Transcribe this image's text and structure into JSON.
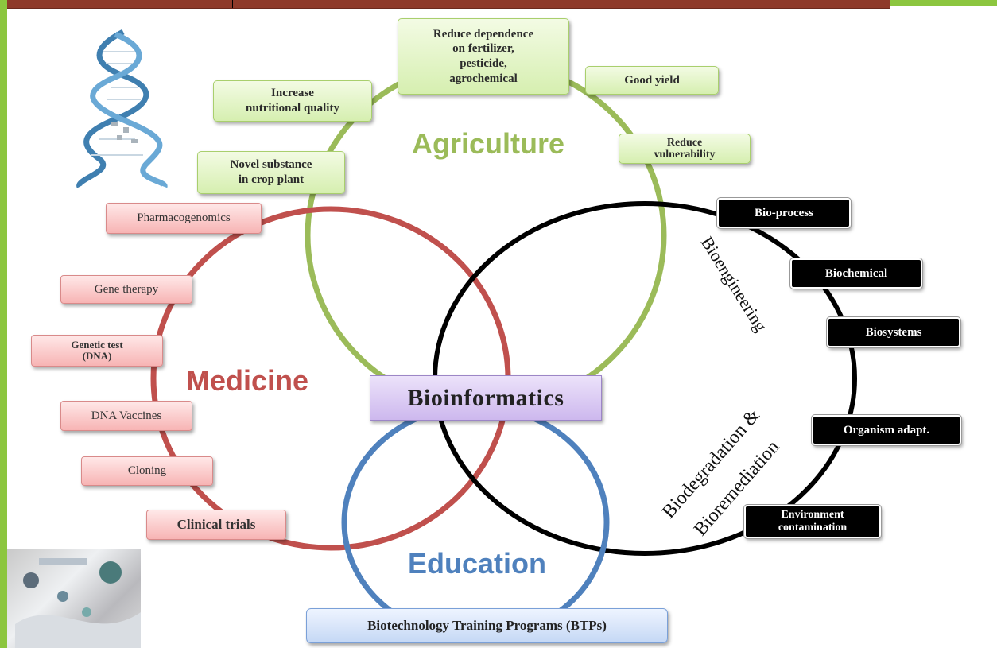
{
  "core": "Bioinformatics",
  "domains": {
    "agriculture": {
      "title": "Agriculture",
      "color": "#9bbb59"
    },
    "medicine": {
      "title": "Medicine",
      "color": "#c0504d"
    },
    "education": {
      "title": "Education",
      "color": "#4f81bd"
    },
    "bioengineering": {
      "title_line1": "Bioengineering",
      "color": "#000000"
    }
  },
  "bio_labels": {
    "bioengineering": "Bioengineering",
    "biodegradation": "Biodegradation &",
    "bioremediation": "Bioremediation"
  },
  "agriculture_items": [
    {
      "lines": [
        "Reduce dependence",
        "on fertilizer,",
        "pesticide,",
        "agrochemical"
      ]
    },
    {
      "lines": [
        "Good yield"
      ]
    },
    {
      "lines": [
        "Increase",
        "nutritional quality"
      ]
    },
    {
      "lines": [
        "Reduce",
        "vulnerability"
      ]
    },
    {
      "lines": [
        "Novel substance",
        "in crop plant"
      ]
    }
  ],
  "medicine_items": [
    {
      "lines": [
        "Pharmacogenomics"
      ]
    },
    {
      "lines": [
        "Gene therapy"
      ]
    },
    {
      "lines": [
        "Genetic test",
        "(DNA)"
      ]
    },
    {
      "lines": [
        "DNA Vaccines"
      ]
    },
    {
      "lines": [
        "Cloning"
      ]
    },
    {
      "lines": [
        "Clinical trials"
      ]
    }
  ],
  "bioengineering_items": [
    {
      "lines": [
        "Bio-process"
      ]
    },
    {
      "lines": [
        "Biochemical"
      ]
    },
    {
      "lines": [
        "Biosystems"
      ]
    },
    {
      "lines": [
        "Organism adapt."
      ]
    },
    {
      "lines": [
        "Environment",
        "contamination"
      ]
    }
  ],
  "education_items": [
    {
      "lines": [
        "Biotechnology Training Programs (BTPs)"
      ]
    }
  ]
}
